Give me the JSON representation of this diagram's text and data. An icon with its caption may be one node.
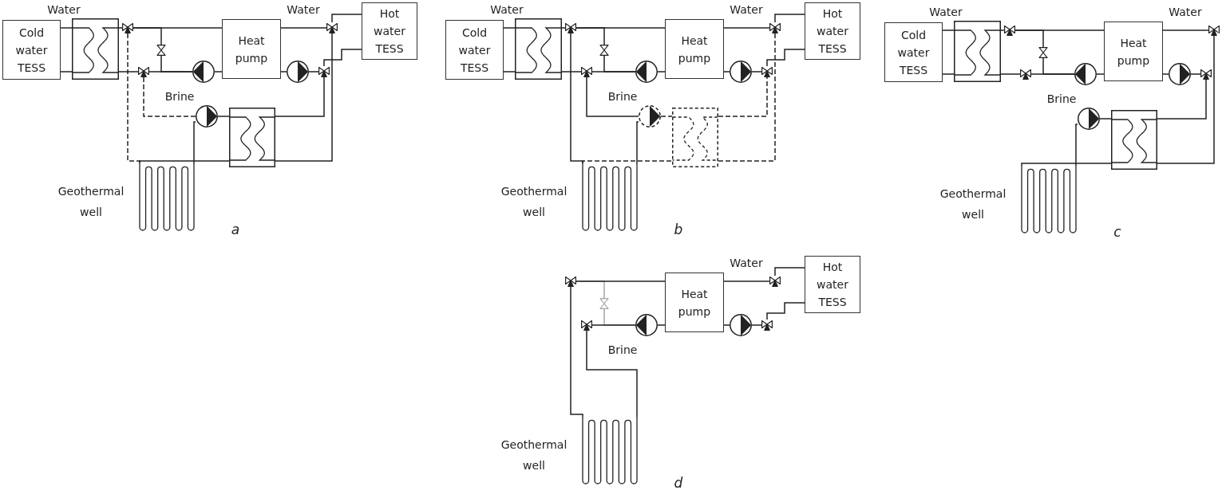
{
  "diagram": {
    "nodes": [
      {
        "text": [
          "Cold water TESS"
        ]
      },
      {
        "text": [],
        "shape": "box"
      },
      {
        "text": [],
        "shape": "valve"
      },
      {
        "text": [],
        "shape": "valve"
      },
      {
        "text": [],
        "shape": "valve"
      },
      {
        "text": [],
        "shape": "circle"
      },
      {
        "text": [
          "Heat pump"
        ]
      },
      {
        "text": [],
        "shape": "circle"
      },
      {
        "text": [],
        "shape": "valve"
      },
      {
        "text": [],
        "shape": "valve"
      },
      {
        "text": [
          "Hot water TESS"
        ]
      },
      {
        "text": [],
        "shape": "circle"
      },
      {
        "text": [],
        "shape": "box"
      },
      {
        "text": [],
        "shape": "picture",
        "beside": [
          "Geothermal well"
        ]
      },
      {
        "text": [
          "Cold water TESS"
        ]
      },
      {
        "text": [],
        "shape": "box"
      },
      {
        "text": [],
        "shape": "valve"
      },
      {
        "text": [],
        "shape": "valve"
      },
      {
        "text": [],
        "shape": "valve"
      },
      {
        "text": [],
        "shape": "circle"
      },
      {
        "text": [
          "Heat pump"
        ]
      },
      {
        "text": [],
        "shape": "circle"
      },
      {
        "text": [],
        "shape": "valve"
      },
      {
        "text": [],
        "shape": "valve"
      },
      {
        "text": [
          "Hot water TESS"
        ]
      },
      {
        "text": [],
        "shape": "circle"
      },
      {
        "text": [],
        "shape": "box"
      },
      {
        "text": [],
        "shape": "picture",
        "beside": [
          "Geothermal well"
        ]
      },
      {
        "text": [
          "Cold water TESS"
        ]
      },
      {
        "text": [],
        "shape": "box"
      },
      {
        "text": [],
        "shape": "valve"
      },
      {
        "text": [],
        "shape": "valve"
      },
      {
        "text": [],
        "shape": "valve"
      },
      {
        "text": [],
        "shape": "circle"
      },
      {
        "text": [
          "Heat pump"
        ]
      },
      {
        "text": [],
        "shape": "circle"
      },
      {
        "text": [],
        "shape": "valve"
      },
      {
        "text": [],
        "shape": "valve"
      },
      {
        "text": [],
        "shape": "circle"
      },
      {
        "text": [],
        "shape": "box"
      },
      {
        "text": [],
        "shape": "picture",
        "beside": [
          "Geothermal well"
        ]
      },
      {
        "text": [],
        "shape": "valve"
      },
      {
        "text": [],
        "shape": "valve"
      },
      {
        "text": [],
        "shape": "valve"
      },
      {
        "text": [],
        "shape": "circle"
      },
      {
        "text": [
          "Heat pump"
        ]
      },
      {
        "text": [],
        "shape": "circle"
      },
      {
        "text": [],
        "shape": "valve"
      },
      {
        "text": [],
        "shape": "valve"
      },
      {
        "text": [
          "Hot water TESS"
        ]
      },
      {
        "text": [],
        "shape": "picture",
        "beside": [
          "Geothermal well"
        ]
      }
    ],
    "edges": [
      {
        "from": 0,
        "to": 1,
        "arrow": "none"
      },
      {
        "from": 0,
        "to": 1,
        "arrow": "none"
      },
      {
        "from": 1,
        "to": 2,
        "arrow": "none"
      },
      {
        "from": 1,
        "to": 3,
        "arrow": "none"
      },
      {
        "from": 2,
        "to": 6,
        "arrow": "none"
      },
      {
        "from": 3,
        "to": 5,
        "arrow": "none"
      },
      {
        "from": 2,
        "to": 4,
        "arrow": "none"
      },
      {
        "from": 4,
        "to": 5,
        "arrow": "none"
      },
      {
        "from": 5,
        "to": 6,
        "arrow": "none"
      },
      {
        "from": 6,
        "to": 8,
        "arrow": "none"
      },
      {
        "from": 6,
        "to": 7,
        "arrow": "none"
      },
      {
        "from": 7,
        "to": 9,
        "arrow": "none"
      },
      {
        "from": 8,
        "to": 10,
        "arrow": "none"
      },
      {
        "from": 9,
        "to": 10,
        "arrow": "none"
      },
      {
        "from": 2,
        "to": 13,
        "arrow": "none",
        "style": "dashed"
      },
      {
        "from": 3,
        "to": 11,
        "arrow": "none",
        "style": "dashed"
      },
      {
        "from": 13,
        "to": 11,
        "arrow": "none"
      },
      {
        "from": 11,
        "to": 12,
        "arrow": "none"
      },
      {
        "from": 13,
        "to": 12,
        "arrow": "none"
      },
      {
        "from": 12,
        "to": 9,
        "arrow": "none"
      },
      {
        "from": 12,
        "to": 8,
        "arrow": "none"
      },
      {
        "from": 14,
        "to": 15,
        "arrow": "none"
      },
      {
        "from": 14,
        "to": 15,
        "arrow": "none"
      },
      {
        "from": 15,
        "to": 16,
        "arrow": "none"
      },
      {
        "from": 15,
        "to": 17,
        "arrow": "none"
      },
      {
        "from": 16,
        "to": 20,
        "arrow": "none"
      },
      {
        "from": 17,
        "to": 19,
        "arrow": "none"
      },
      {
        "from": 16,
        "to": 18,
        "arrow": "none"
      },
      {
        "from": 18,
        "to": 19,
        "arrow": "none"
      },
      {
        "from": 19,
        "to": 20,
        "arrow": "none"
      },
      {
        "from": 20,
        "to": 22,
        "arrow": "none"
      },
      {
        "from": 20,
        "to": 21,
        "arrow": "none"
      },
      {
        "from": 21,
        "to": 23,
        "arrow": "none"
      },
      {
        "from": 22,
        "to": 24,
        "arrow": "none"
      },
      {
        "from": 23,
        "to": 24,
        "arrow": "none"
      },
      {
        "from": 16,
        "to": 27,
        "arrow": "none"
      },
      {
        "from": 17,
        "to": 25,
        "arrow": "none"
      },
      {
        "from": 27,
        "to": 25,
        "arrow": "none"
      },
      {
        "from": 25,
        "to": 26,
        "arrow": "none",
        "style": "dashed"
      },
      {
        "from": 27,
        "to": 26,
        "arrow": "none",
        "style": "dashed"
      },
      {
        "from": 26,
        "to": 23,
        "arrow": "none",
        "style": "dashed"
      },
      {
        "from": 26,
        "to": 22,
        "arrow": "none",
        "style": "dashed"
      },
      {
        "from": 28,
        "to": 29,
        "arrow": "none"
      },
      {
        "from": 28,
        "to": 29,
        "arrow": "none"
      },
      {
        "from": 29,
        "to": 30,
        "arrow": "none"
      },
      {
        "from": 29,
        "to": 31,
        "arrow": "none"
      },
      {
        "from": 30,
        "to": 34,
        "arrow": "none"
      },
      {
        "from": 31,
        "to": 33,
        "arrow": "none"
      },
      {
        "from": 30,
        "to": 32,
        "arrow": "none"
      },
      {
        "from": 32,
        "to": 33,
        "arrow": "none"
      },
      {
        "from": 33,
        "to": 34,
        "arrow": "none"
      },
      {
        "from": 34,
        "to": 36,
        "arrow": "none"
      },
      {
        "from": 34,
        "to": 35,
        "arrow": "none"
      },
      {
        "from": 35,
        "to": 37,
        "arrow": "none"
      },
      {
        "from": 40,
        "to": 38,
        "arrow": "none"
      },
      {
        "from": 38,
        "to": 39,
        "arrow": "none"
      },
      {
        "from": 40,
        "to": 39,
        "arrow": "none"
      },
      {
        "from": 39,
        "to": 37,
        "arrow": "none"
      },
      {
        "from": 39,
        "to": 36,
        "arrow": "none"
      },
      {
        "from": 41,
        "to": 45,
        "arrow": "none"
      },
      {
        "from": 42,
        "to": 44,
        "arrow": "none"
      },
      {
        "from": 41,
        "to": 43,
        "arrow": "none",
        "color": "#a6a6a6"
      },
      {
        "from": 43,
        "to": 44,
        "arrow": "none",
        "color": "#a6a6a6"
      },
      {
        "from": 44,
        "to": 45,
        "arrow": "none"
      },
      {
        "from": 45,
        "to": 47,
        "arrow": "none"
      },
      {
        "from": 45,
        "to": 46,
        "arrow": "none"
      },
      {
        "from": 46,
        "to": 48,
        "arrow": "none"
      },
      {
        "from": 47,
        "to": 49,
        "arrow": "none"
      },
      {
        "from": 48,
        "to": 49,
        "arrow": "none"
      },
      {
        "from": 41,
        "to": 50,
        "arrow": "none"
      },
      {
        "from": 42,
        "to": 50,
        "arrow": "none"
      }
    ],
    "labels": [
      "Water",
      "Water",
      "Brine",
      "a",
      "Water",
      "Water",
      "Brine",
      "b",
      "Water",
      "Water",
      "Brine",
      "c",
      "Water",
      "Brine",
      "d"
    ]
  }
}
